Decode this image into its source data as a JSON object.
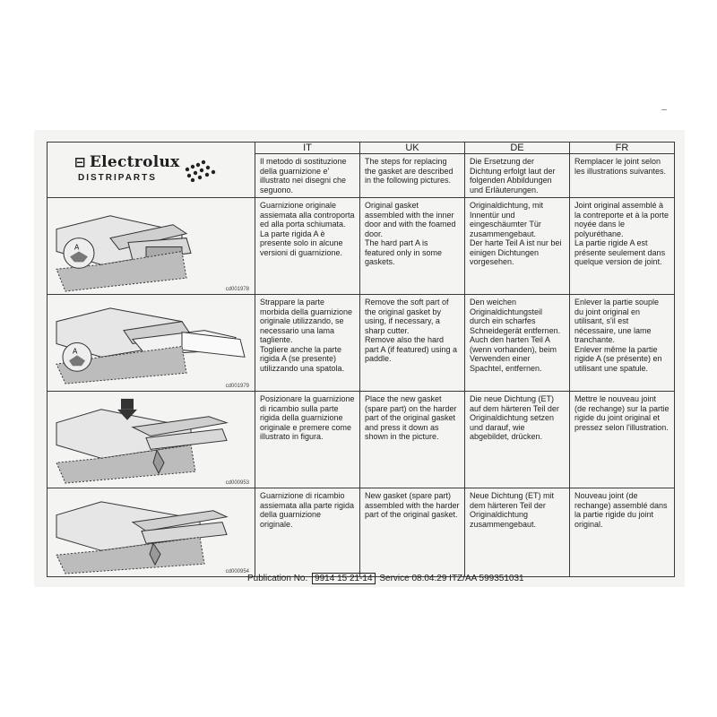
{
  "brand": {
    "name": "Electrolux",
    "sub": "DISTRIPARTS",
    "mark_icon": "electrolux-logo-mark"
  },
  "languages": [
    "IT",
    "UK",
    "DE",
    "FR"
  ],
  "intro": [
    "Il metodo di sostituzione della guarnizione e' illustrato nei disegni che seguono.",
    "The steps for replacing the gasket are described in the following pictures.",
    "Die Ersetzung der Dichtung erfolgt laut der folgenden Abbildungen und Erläuterungen.",
    "Remplacer le joint selon les illustrations suivantes."
  ],
  "steps": [
    {
      "figure_code": "cd001978",
      "figure_icon": "original-gasket-illustration",
      "texts": [
        "Guarnizione originale assiemata alla controporta ed alla porta schiumata.\nLa parte rigida A è presente solo in alcune versioni di guarnizione.",
        "Original gasket assembled with the inner door and with the foamed door.\nThe hard part A is featured only in some gaskets.",
        "Originaldichtung, mit Innentür und eingeschäumter Tür zusammengebaut.\nDer harte Teil A ist nur bei einigen Dichtungen vorgesehen.",
        "Joint original assemblé à la contreporte et à la porte noyée dans le polyuréthane.\nLa partie rigide A est présente seulement dans quelque version de joint."
      ]
    },
    {
      "figure_code": "cd001979",
      "figure_icon": "remove-gasket-illustration",
      "texts": [
        "Strappare la parte morbida della guarnizione originale utilizzando, se necessario una lama tagliente.\nTogliere anche la parte rigida A (se presente) utilizzando una spatola.",
        "Remove the soft part of the original gasket by using, if necessary, a sharp cutter.\nRemove also the hard part A (if featured) using a paddle.",
        "Den weichen Originaldichtungsteil durch ein scharfes Schneidegerät entfernen.\nAuch den harten Teil A (wenn vorhanden), beim Verwenden einer Spachtel, entfernen.",
        "Enlever la partie souple du joint original en utilisant, s'il est nécessaire, une lame tranchante.\nEnlever même la partie rigide A (se présente) en utilisant une spatule."
      ]
    },
    {
      "figure_code": "cd000953",
      "figure_icon": "press-new-gasket-illustration",
      "texts": [
        "Posizionare la guarnizione di ricambio sulla parte rigida della guarnizione originale e premere come illustrato in figura.",
        "Place the new gasket (spare part) on the harder part of the original gasket and press it down as shown in the picture.",
        "Die neue Dichtung (ET) auf dem härteren Teil der Originaldichtung setzen und darauf, wie abgebildet, drücken.",
        "Mettre le nouveau joint (de rechange) sur la partie rigide du joint original et pressez selon l'illustration."
      ]
    },
    {
      "figure_code": "cd000954",
      "figure_icon": "assembled-spare-gasket-illustration",
      "texts": [
        "Guarnizione di ricambio assiemata alla parte rigida della guarnizione originale.",
        "New gasket (spare part) assembled with the harder part of the original gasket.",
        "Neue Dichtung (ET) mit dem härteren Teil der Originaldichtung zusammengebaut.",
        "Nouveau joint (de rechange) assemblé dans la partie rigide du joint original."
      ]
    }
  ],
  "footer": {
    "prefix": "Publication No.",
    "number": "9914 15 21-14",
    "suffix": "Service 08.04.29 ITZ/AA 599351031"
  }
}
